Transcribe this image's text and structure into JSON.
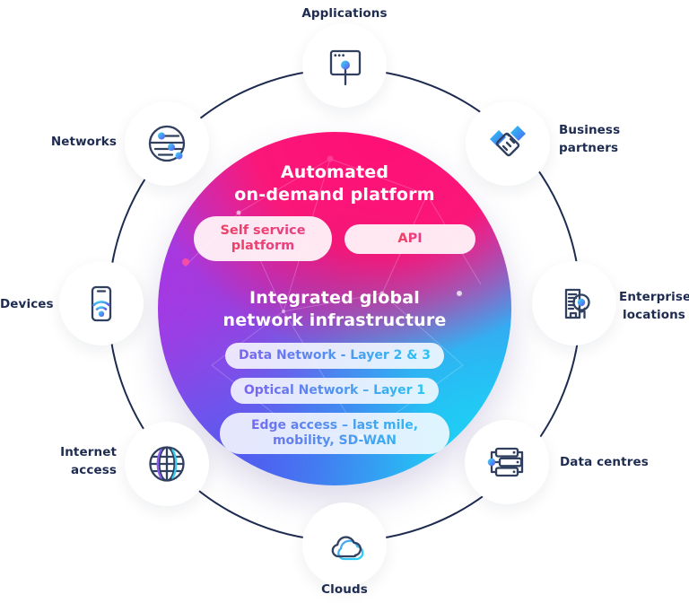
{
  "center": {
    "heading_top": [
      "Automated",
      "on-demand platform"
    ],
    "self_service_pill": "Self service platform",
    "api_pill": "API",
    "heading_mid": [
      "Integrated global",
      "network infrastructure"
    ],
    "layer_pills": [
      "Data Network - Layer 2 & 3",
      "Optical Network – Layer 1",
      "Edge access – last mile, mobility, SD-WAN"
    ]
  },
  "nodes": {
    "applications": {
      "label": "Applications",
      "icon": "app-window-icon"
    },
    "networks": {
      "label": "Networks",
      "icon": "network-globe-icon"
    },
    "business_partners": {
      "label": "Business partners",
      "icon": "handshake-icon"
    },
    "devices": {
      "label": "Devices",
      "icon": "smartphone-wifi-icon"
    },
    "enterprise_locations": {
      "label": "Enterprise locations",
      "icon": "building-pin-icon"
    },
    "internet_access": {
      "label": "Internet access",
      "icon": "internet-globe-icon"
    },
    "data_centres": {
      "label": "Data centres",
      "icon": "server-stack-icon"
    },
    "clouds": {
      "label": "Clouds",
      "icon": "clouds-icon"
    }
  },
  "colors": {
    "label_navy": "#1d2b50",
    "ring_navy": "#1d2b50",
    "icon_stroke": "#31405f",
    "circle_pink": "#fa1177",
    "circle_purple": "#a03ae2",
    "circle_blue": "#3e8cf0",
    "circle_cyan": "#22cbf2",
    "accent_dot_cyan": "#3fd9f5",
    "accent_dot_violet": "#5b55ee",
    "pill_text_pink": "#ee3a6d",
    "layer_text_purple": "#7a63f0",
    "layer_text_cyan": "#29c3f2"
  }
}
